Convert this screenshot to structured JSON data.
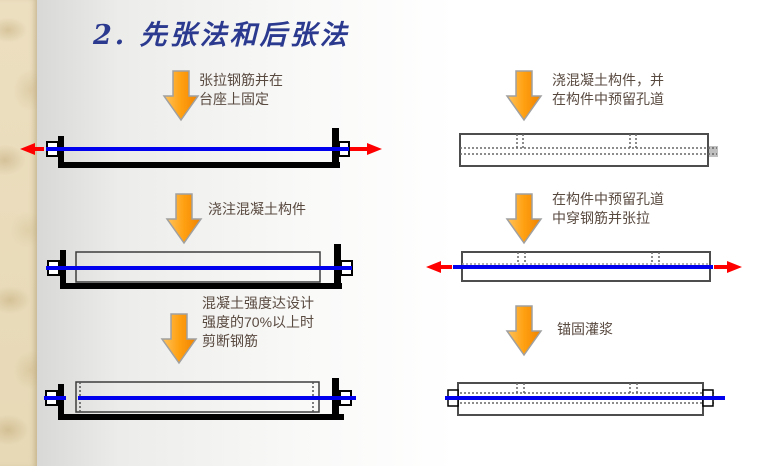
{
  "slide": {
    "title": "2. 先张法和后张法"
  },
  "pretension_column": {
    "steps": [
      {
        "label": "张拉钢筋并在\n台座上固定"
      },
      {
        "label": "浇注混凝土构件"
      },
      {
        "label": "混凝土强度达设计\n强度的70%以上时\n剪断钢筋"
      }
    ]
  },
  "posttension_column": {
    "steps": [
      {
        "label": "浇混凝土构件，并\n在构件中预留孔道"
      },
      {
        "label": "在构件中预留孔道\n中穿钢筋并张拉"
      },
      {
        "label": "锚固灌浆"
      }
    ]
  },
  "colors": {
    "title_blue": "#2b3a8f",
    "tendon_blue": "#0000ee",
    "tension_red": "#ff0000",
    "process_arrow_orange": "#ffa011",
    "step_text": "#594a40"
  }
}
